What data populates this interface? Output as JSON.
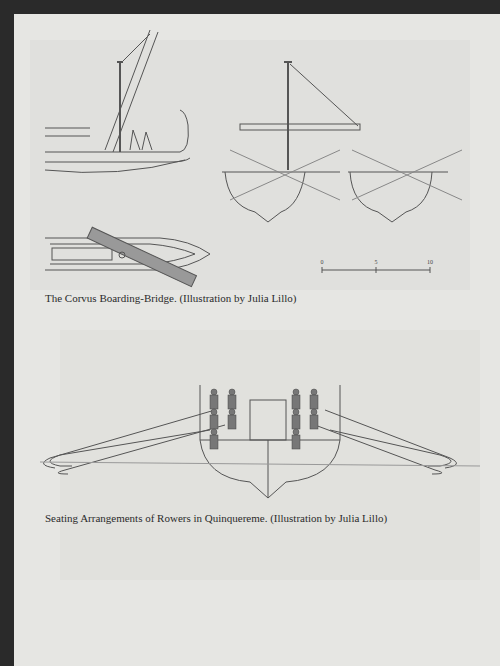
{
  "diagram": {
    "labels": [
      "The Corvus Boarding-Bridge. (Illustration by Julia Lillo)",
      "0",
      "5",
      "10",
      "Seating Arrangements of Rowers in Quinquereme. (Illustration by Julia Lillo)"
    ]
  }
}
